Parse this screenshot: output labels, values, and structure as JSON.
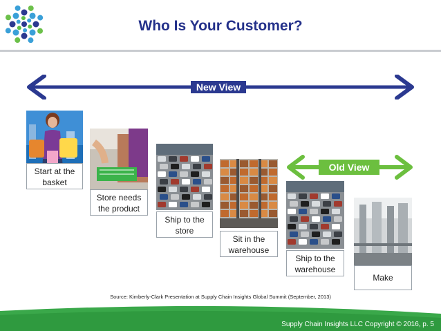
{
  "header": {
    "title": "Who Is Your Customer?",
    "logo_icon": "dot-cluster-logo-icon"
  },
  "arrows": {
    "new_view": "New View",
    "old_view": "Old View"
  },
  "steps": [
    {
      "label": "Start at the basket"
    },
    {
      "label": "Store needs the product"
    },
    {
      "label": "Ship to the store"
    },
    {
      "label": "Sit in the warehouse"
    },
    {
      "label": "Ship to the warehouse"
    },
    {
      "label": "Make"
    }
  ],
  "source_note": "Source:  Kimberly-Clark Presentation at Supply Chain Insights Global Summit (September, 2013)",
  "footer": {
    "copyright": "Supply Chain Insights LLC Copyright © 2016, p. 5"
  },
  "colors": {
    "title": "#24318a",
    "navy_arrow": "#2b3990",
    "green_arrow": "#6cbf3f",
    "footer_green": "#3aa84a"
  }
}
